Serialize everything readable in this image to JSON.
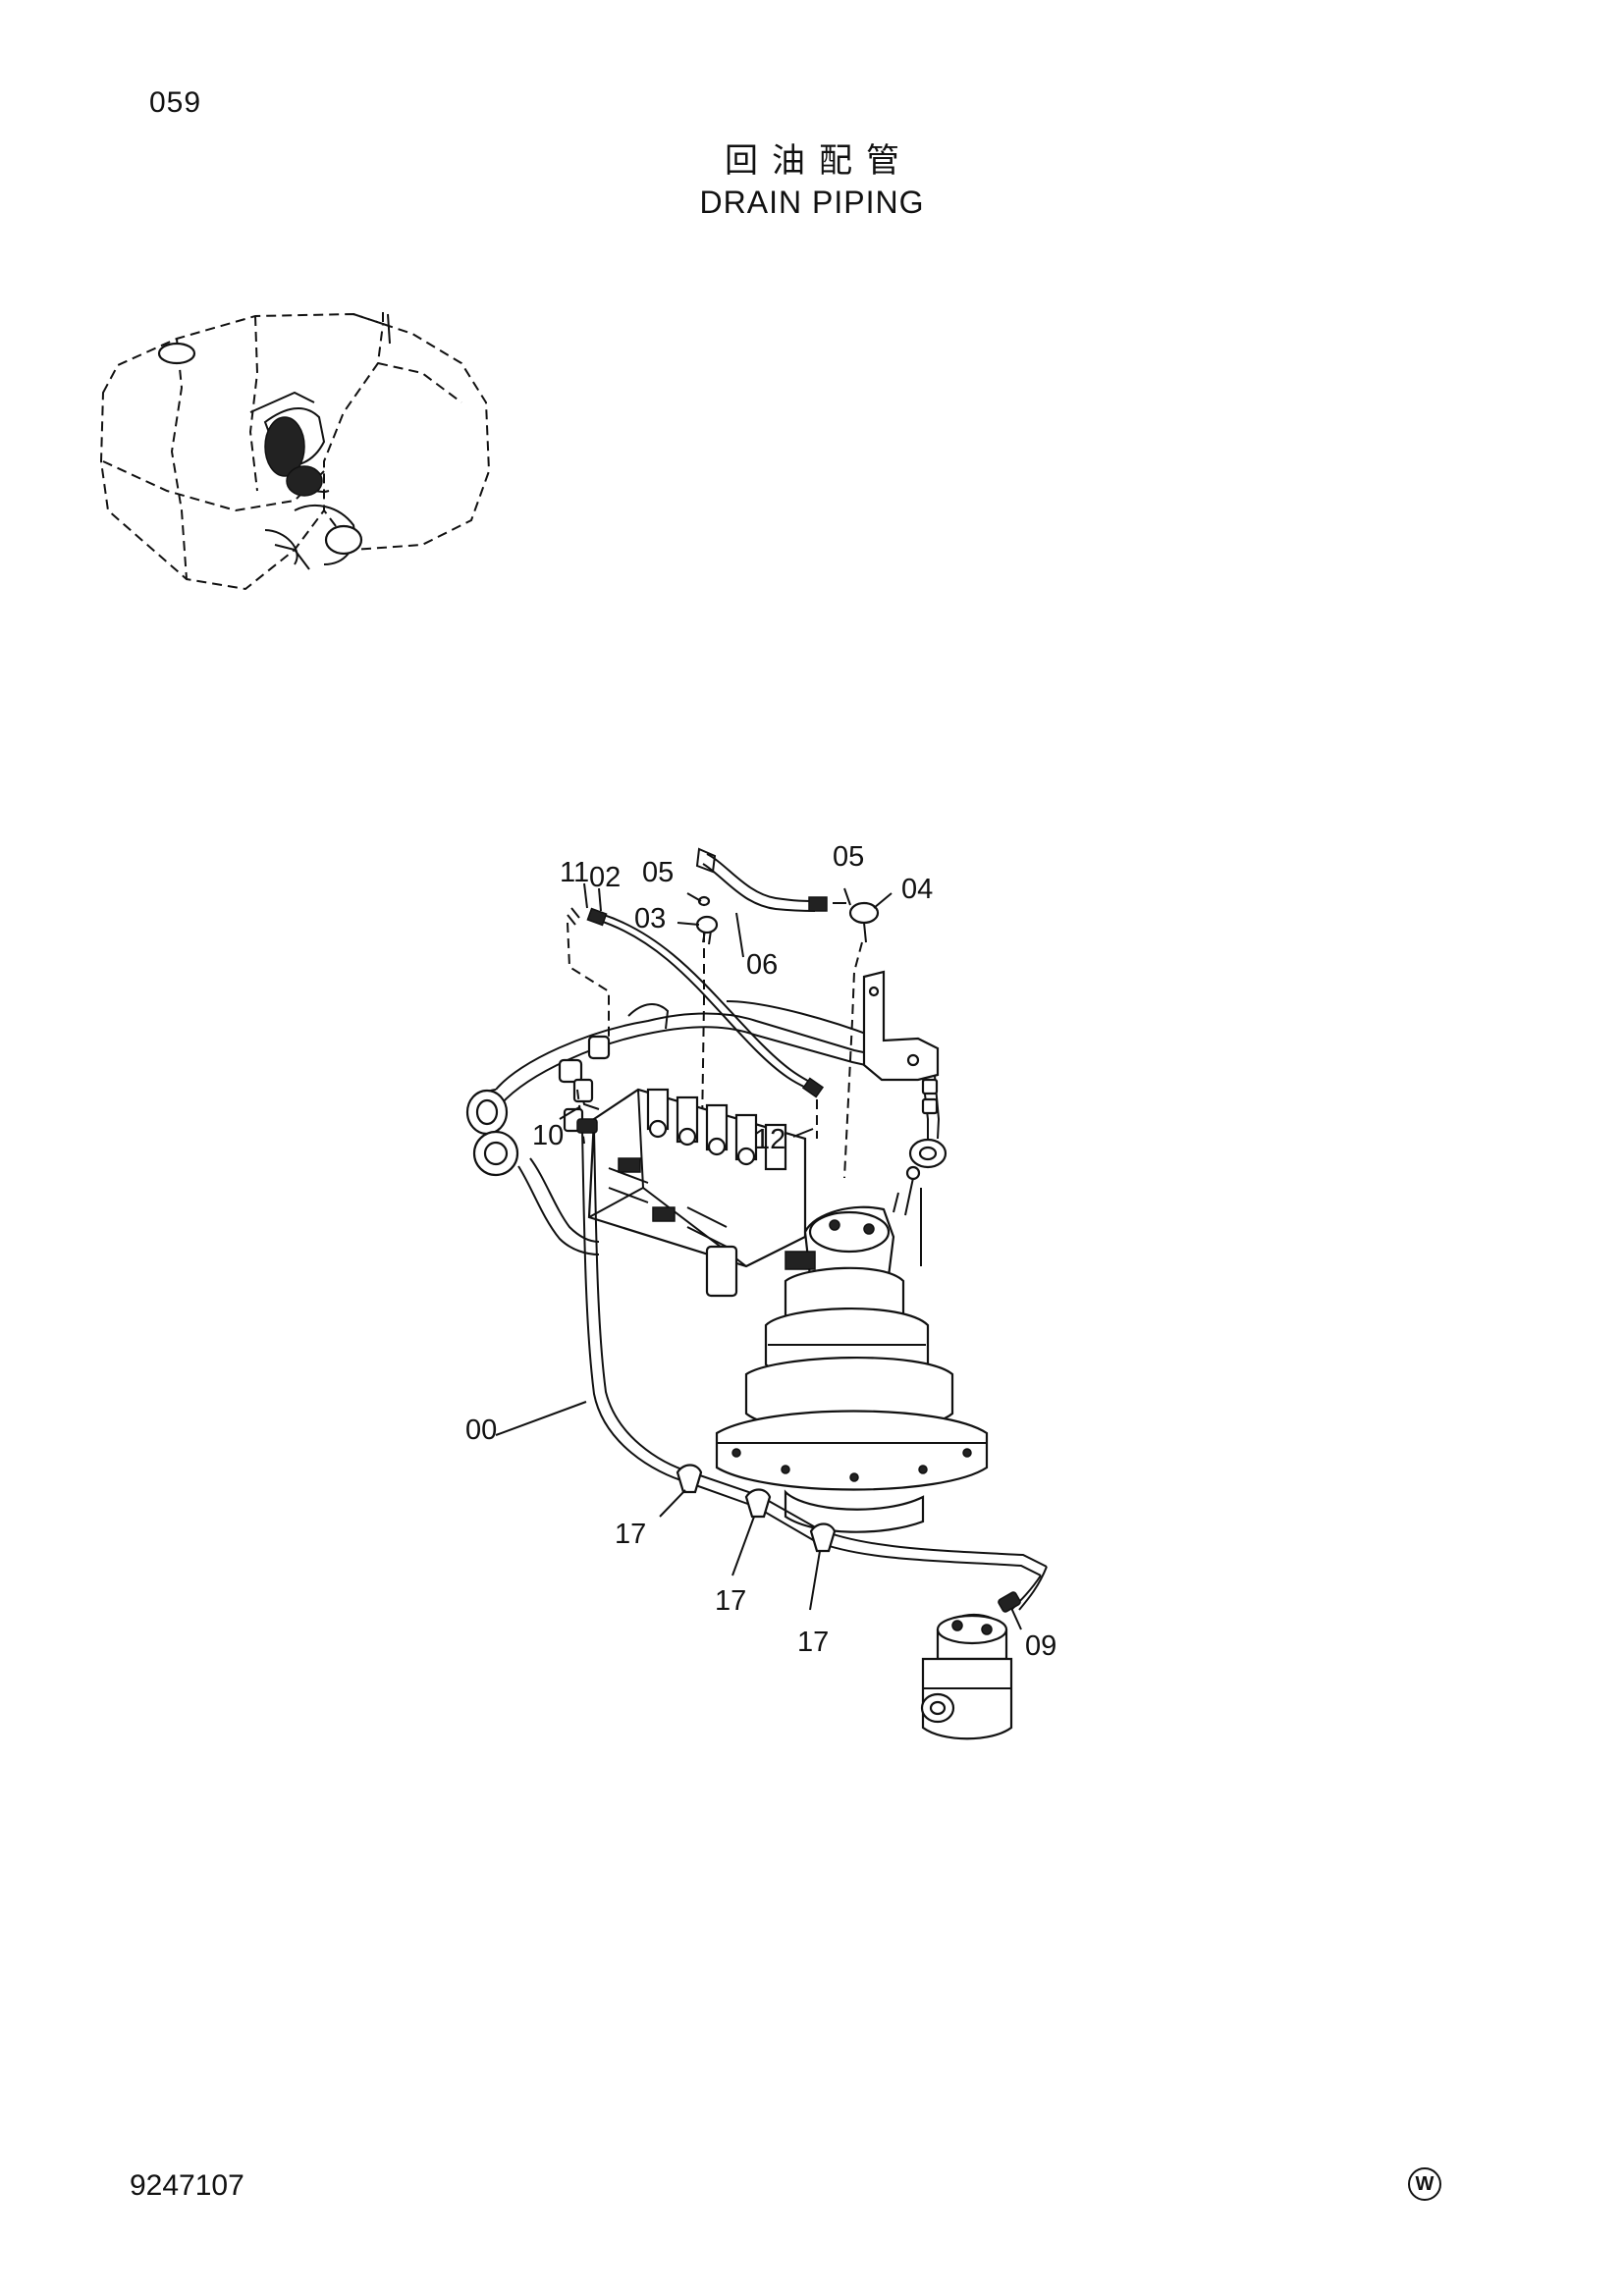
{
  "page": {
    "number": "059",
    "title_cn": "回油配管",
    "title_en": "DRAIN PIPING",
    "doc_id": "9247107",
    "mark": "W"
  },
  "callouts": {
    "c11": "11",
    "c02": "02",
    "c05a": "05",
    "c05b": "05",
    "c04": "04",
    "c03": "03",
    "c06": "06",
    "c10": "10",
    "c12": "12",
    "c00": "00",
    "c17a": "17",
    "c17b": "17",
    "c17c": "17",
    "c09": "09"
  }
}
